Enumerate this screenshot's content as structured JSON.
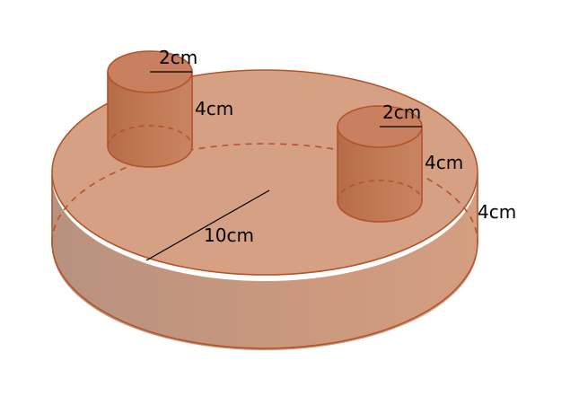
{
  "labels": {
    "left_cylinder_radius": "2cm",
    "left_cylinder_height": "4cm",
    "right_cylinder_radius": "2cm",
    "right_cylinder_height": "4cm",
    "base_radius": "10cm",
    "base_height": "4cm"
  },
  "colors": {
    "solid_fill": "#c98a6e",
    "solid_fill_light": "#d79b82",
    "side_gradient_left": "#b8927f",
    "side_gradient_mid": "#c9987e",
    "side_gradient_right": "#d49e80",
    "cylinder_side": "#bb6e48",
    "edge": "#b3532a",
    "annotation": "#000000"
  }
}
